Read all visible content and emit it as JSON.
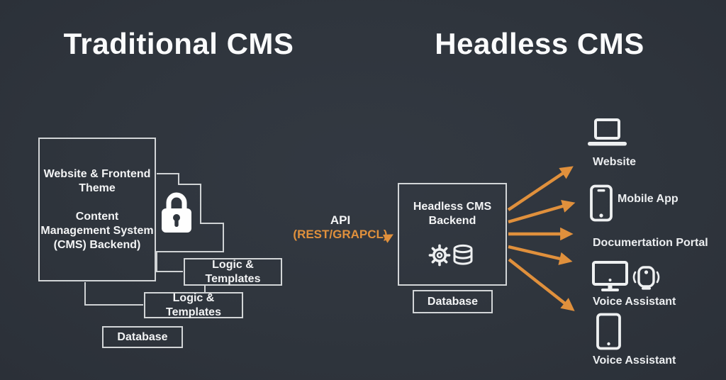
{
  "colors": {
    "background": "#2f353d",
    "line": "#d2d5d7",
    "text": "#f3f4f5",
    "accent_orange": "#e0903c"
  },
  "titles": {
    "left": "Traditional CMS",
    "right": "Headless CMS"
  },
  "traditional": {
    "main_box": {
      "top": "Website & Frontend\nTheme",
      "bottom": "Content\nManagement System\n(CMS) Backend)"
    },
    "lock_icon": "lock-icon",
    "logic_templates_1": "Logic & Templates",
    "logic_templates_2": "Logic & Templates",
    "database": "Database"
  },
  "api": {
    "name": "API",
    "protocols": "(REST/GRAPCL)",
    "arrow_icon": "right-arrow-icon"
  },
  "headless": {
    "backend_box": "Headless CMS\nBackend",
    "backend_icons": [
      "gear-icon",
      "database-icon"
    ],
    "database": "Database",
    "targets": [
      {
        "label": "Website",
        "icon": "laptop-icon"
      },
      {
        "label": "Mobile App",
        "icon": "smartphone-icon"
      },
      {
        "label": "Documertation Portal",
        "icon": "none"
      },
      {
        "label": "Voice Assistant",
        "icon": "monitor-and-smart-speaker-icon"
      },
      {
        "label": "Voice Assistant",
        "icon": "tablet-icon"
      }
    ]
  }
}
